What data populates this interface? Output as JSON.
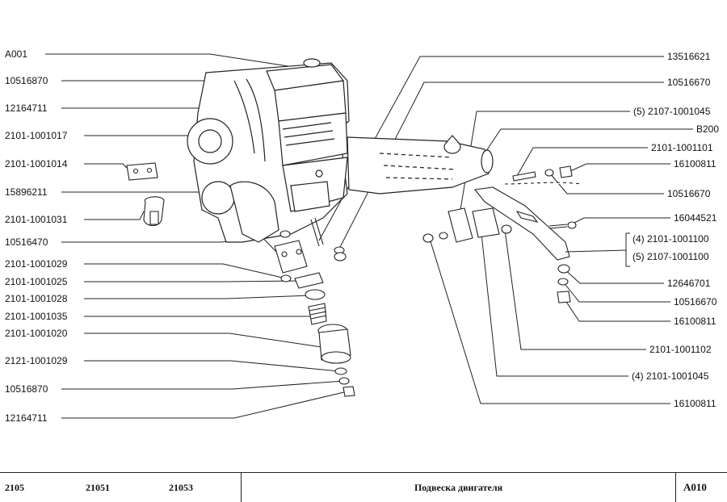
{
  "left_labels": [
    "A001",
    "10516870",
    "12164711",
    "2101-1001017",
    "2101-1001014",
    "15896211",
    "2101-1001031",
    "10516470",
    "2101-1001029",
    "2101-1001025",
    "2101-1001028",
    "2101-1001035",
    "2101-1001020",
    "2121-1001029",
    "10516870",
    "12164711"
  ],
  "right_labels": [
    "13516621",
    "10516670",
    "(5) 2107-1001045",
    "B200",
    "2101-1001101",
    "16100811",
    "10516670",
    "16044521",
    "(4) 2101-1001100",
    "(5) 2107-1001100",
    "12646701",
    "10516670",
    "16100811",
    "2101-1001102",
    "(4) 2101-1001045",
    "16100811"
  ],
  "footer": {
    "models": [
      "2105",
      "21051",
      "21053"
    ],
    "title": "Подвеска двигателя",
    "code": "A010"
  }
}
